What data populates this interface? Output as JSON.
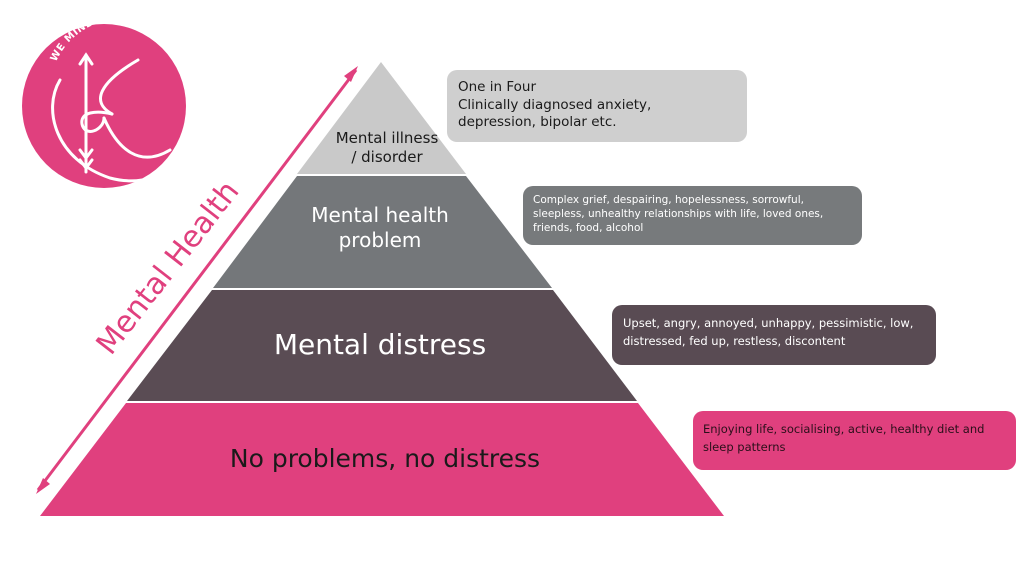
{
  "logo": {
    "ring_text": "WE MIND & KELLY MATTERS",
    "letter": "K"
  },
  "axis": {
    "label": "Mental Health"
  },
  "pyramid": {
    "tiers": [
      {
        "label_lines": [
          "Mental illness",
          "/ disorder"
        ],
        "color": "#c9c9c9"
      },
      {
        "label_lines": [
          "Mental health",
          "problem"
        ],
        "color": "#74777a"
      },
      {
        "label_lines": [
          "Mental distress"
        ],
        "color": "#5a4c54"
      },
      {
        "label_lines": [
          "No problems, no distress"
        ],
        "color": "#e0407e"
      }
    ]
  },
  "callouts": {
    "illness": {
      "lines": [
        "One in Four",
        "Clinically diagnosed anxiety,",
        "depression, bipolar etc."
      ],
      "color": "#cfcfcf"
    },
    "problem": {
      "lines": [
        "Complex grief, despairing, hopelessness, sorrowful,",
        "sleepless, unhealthy relationships with life, loved ones,",
        "friends, food, alcohol"
      ],
      "color": "#777a7c"
    },
    "distress": {
      "lines": [
        "Upset, angry, annoyed, unhappy, pessimistic, low,",
        "distressed, fed up, restless, discontent"
      ],
      "color": "#594b53"
    },
    "none": {
      "lines": [
        "Enjoying life, socialising, active, healthy diet and",
        "sleep patterns"
      ],
      "color": "#e0407e"
    }
  },
  "colors": {
    "accent_pink": "#e0407e",
    "divider": "#ffffff"
  }
}
